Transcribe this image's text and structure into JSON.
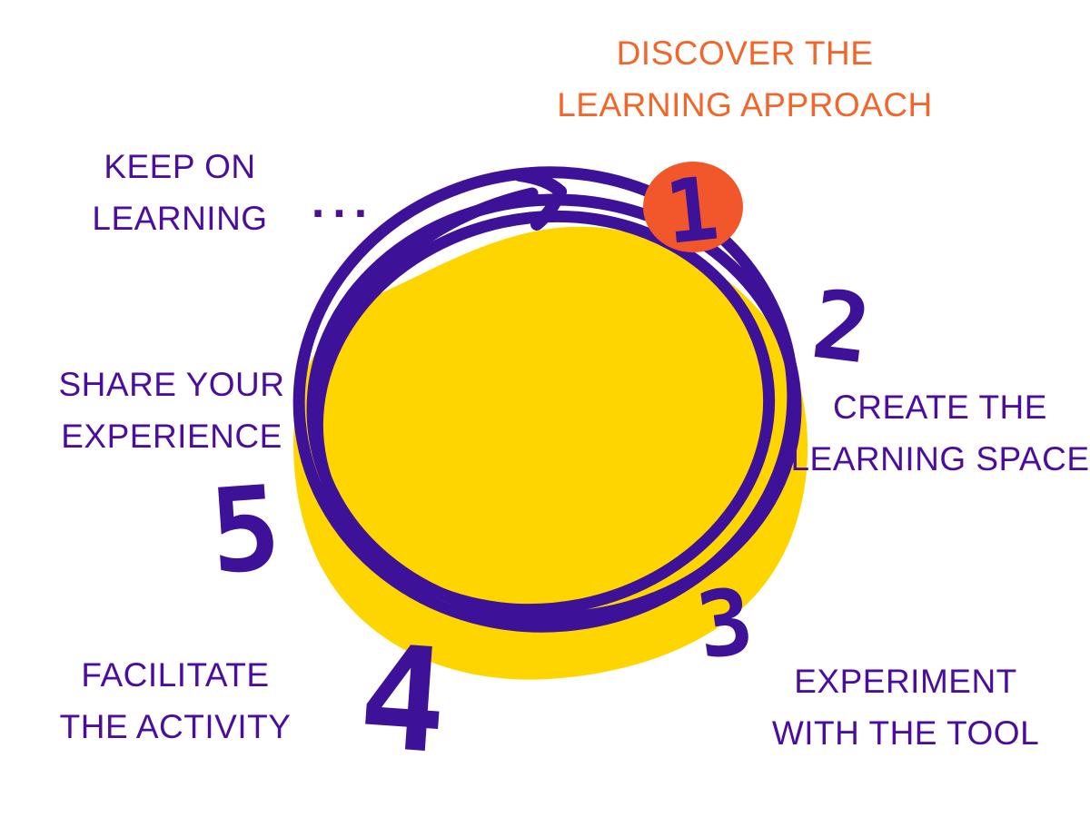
{
  "diagram": {
    "title_concept": "learning cycle",
    "steps": [
      {
        "number": "1",
        "label_line1": "DISCOVER THE",
        "label_line2": "LEARNING APPROACH",
        "highlighted": true
      },
      {
        "number": "2",
        "label_line1": "CREATE THE",
        "label_line2": "LEARNING SPACE",
        "highlighted": false
      },
      {
        "number": "3",
        "label_line1": "EXPERIMENT",
        "label_line2": "WITH THE TOOL",
        "highlighted": false
      },
      {
        "number": "4",
        "label_line1": "FACILITATE",
        "label_line2": "THE ACTIVITY",
        "highlighted": false
      },
      {
        "number": "5",
        "label_line1": "SHARE YOUR",
        "label_line2": "EXPERIENCE",
        "highlighted": false
      }
    ],
    "loop_label": {
      "line1": "KEEP ON",
      "line2": "LEARNING",
      "ellipsis": "..."
    },
    "colors": {
      "background": "#ffffff",
      "blob_yellow": "#ffd500",
      "badge_orange": "#f1572b",
      "highlight_text_orange": "#f2662a",
      "stroke_purple": "#3d1198",
      "text_purple": "#4a0d9e"
    },
    "icons": [
      {
        "name": "loop-arrow-icon",
        "meaning": "cycle repeats / keep on learning"
      }
    ]
  }
}
